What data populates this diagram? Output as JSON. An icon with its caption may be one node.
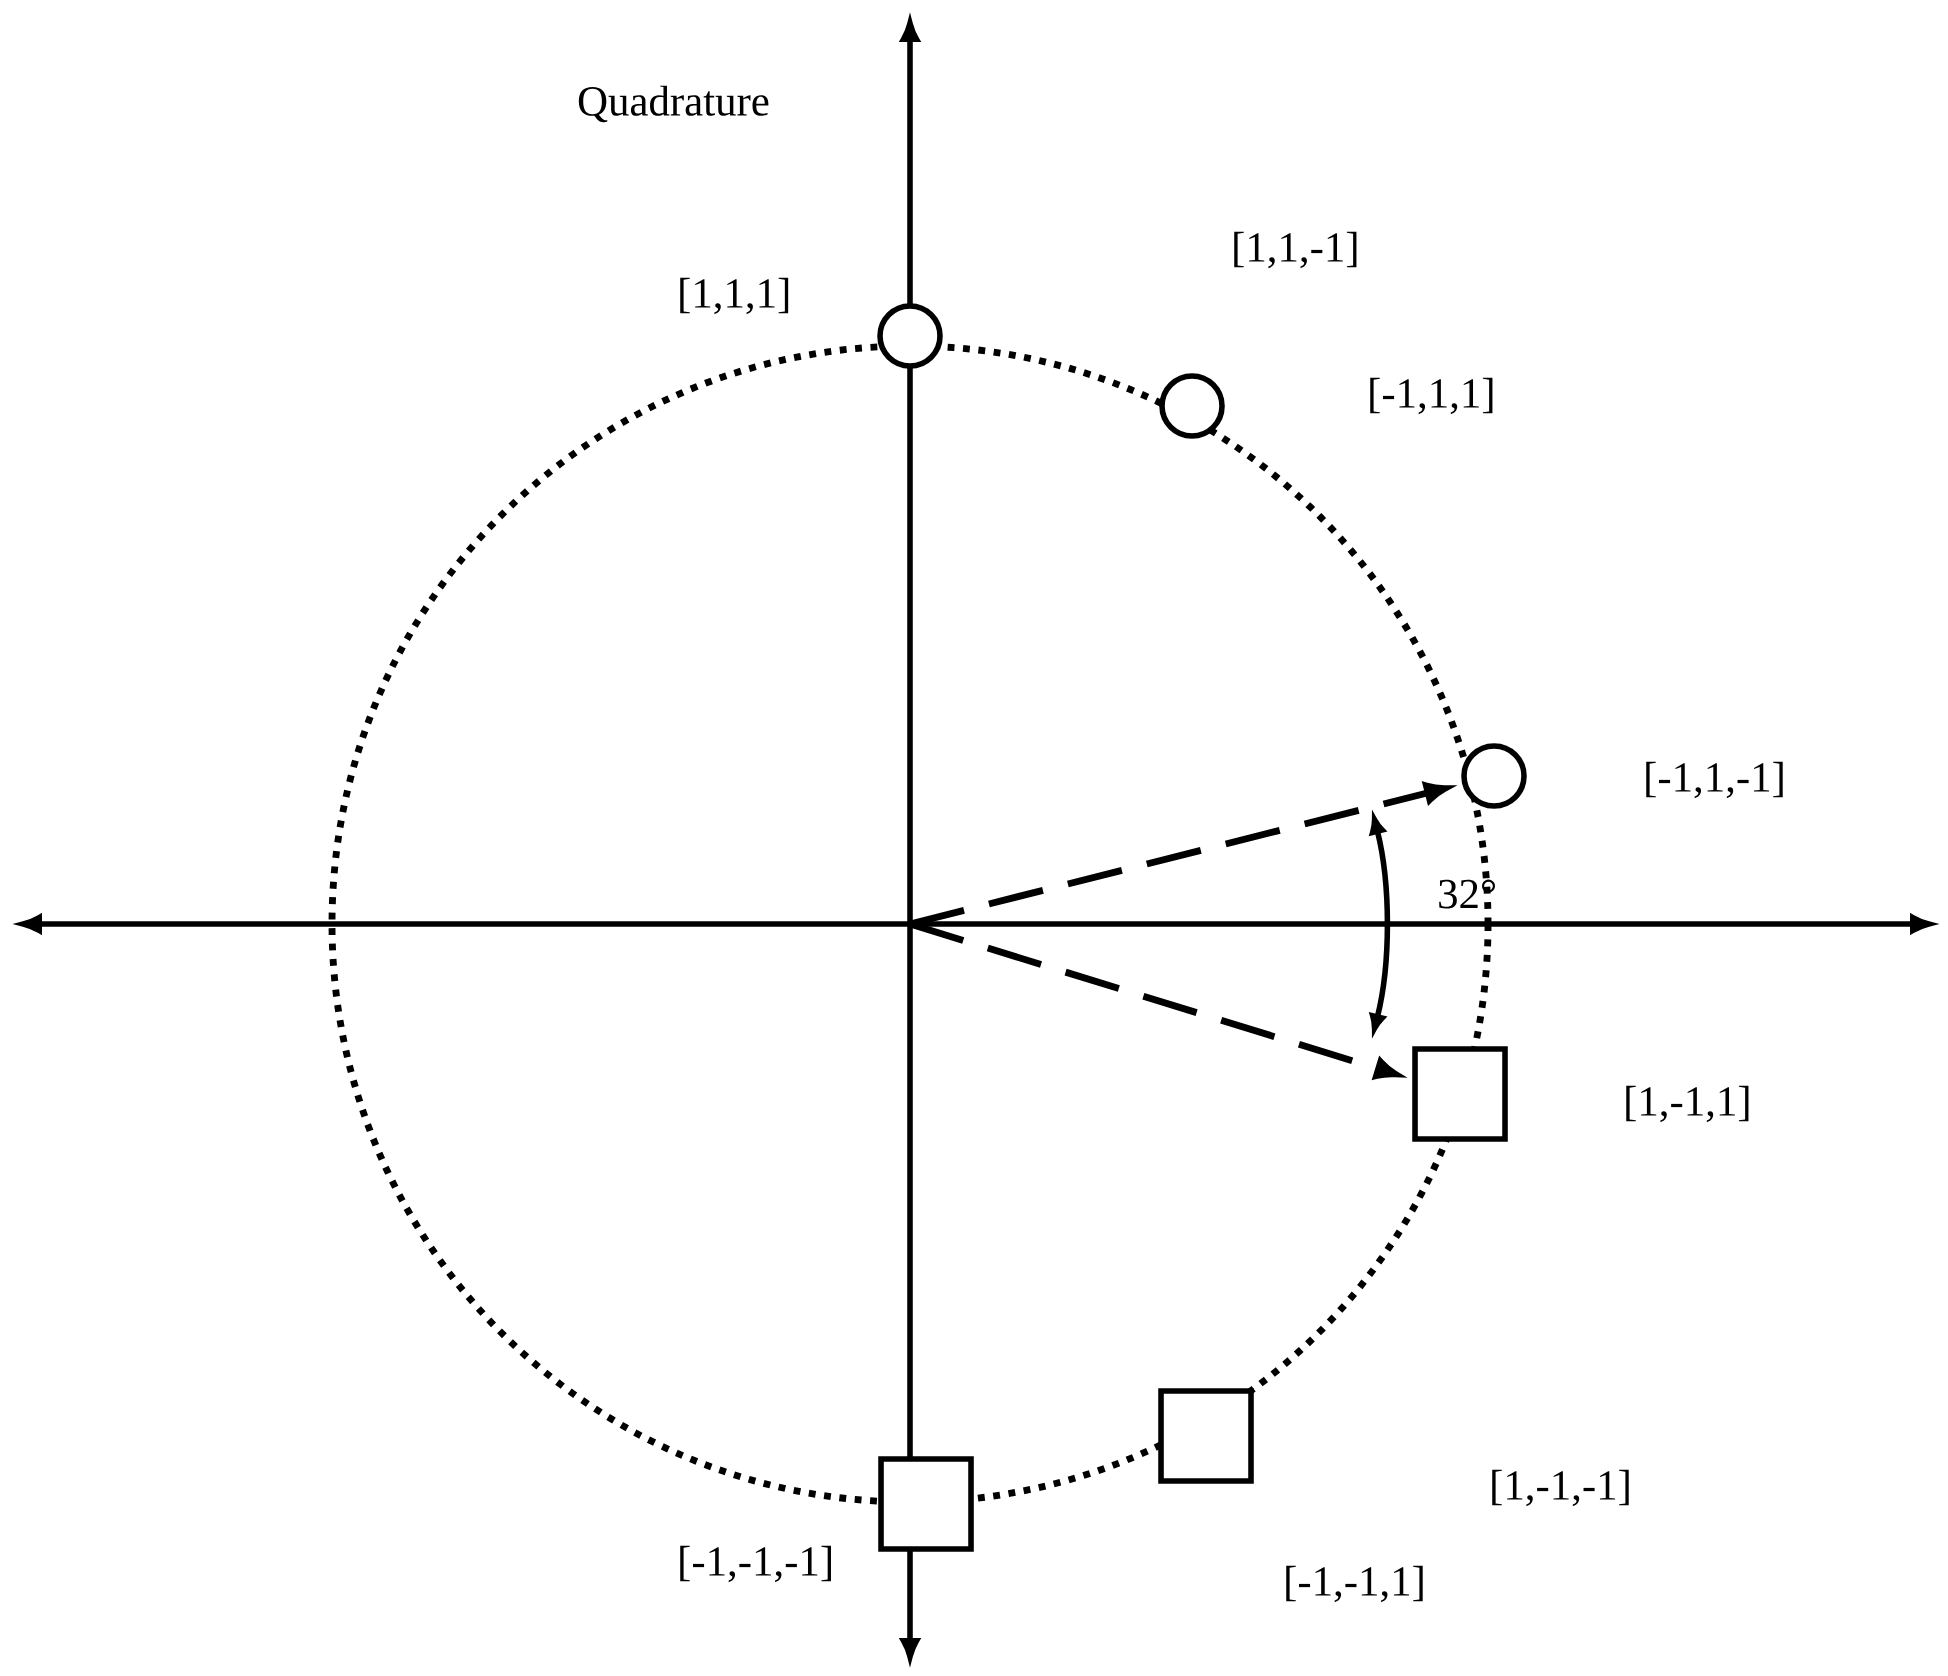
{
  "diagram": {
    "nodes": [
      {
        "text": [],
        "shape": "circle",
        "beside": [
          "[1,1,1]"
        ]
      },
      {
        "text": [],
        "shape": "circle",
        "beside": [
          "[1,1,-1]",
          "[-1,1,1]"
        ]
      },
      {
        "text": [],
        "shape": "circle",
        "beside": [
          "[-1,1,-1]"
        ]
      },
      {
        "text": [],
        "shape": "box",
        "beside": [
          "[1,-1,1]"
        ]
      },
      {
        "text": [],
        "shape": "box",
        "beside": [
          "[1,-1,-1]",
          "[-1,-1,1]"
        ]
      },
      {
        "text": [],
        "shape": "box",
        "beside": [
          "[-1,-1,-1]"
        ]
      }
    ],
    "edges": [
      {
        "from": null,
        "to": 2,
        "arrow": "to",
        "style": "dashed"
      },
      {
        "from": null,
        "to": 3,
        "arrow": "to",
        "style": "dashed"
      }
    ],
    "labels": [
      "Quadrature",
      "32°"
    ]
  }
}
